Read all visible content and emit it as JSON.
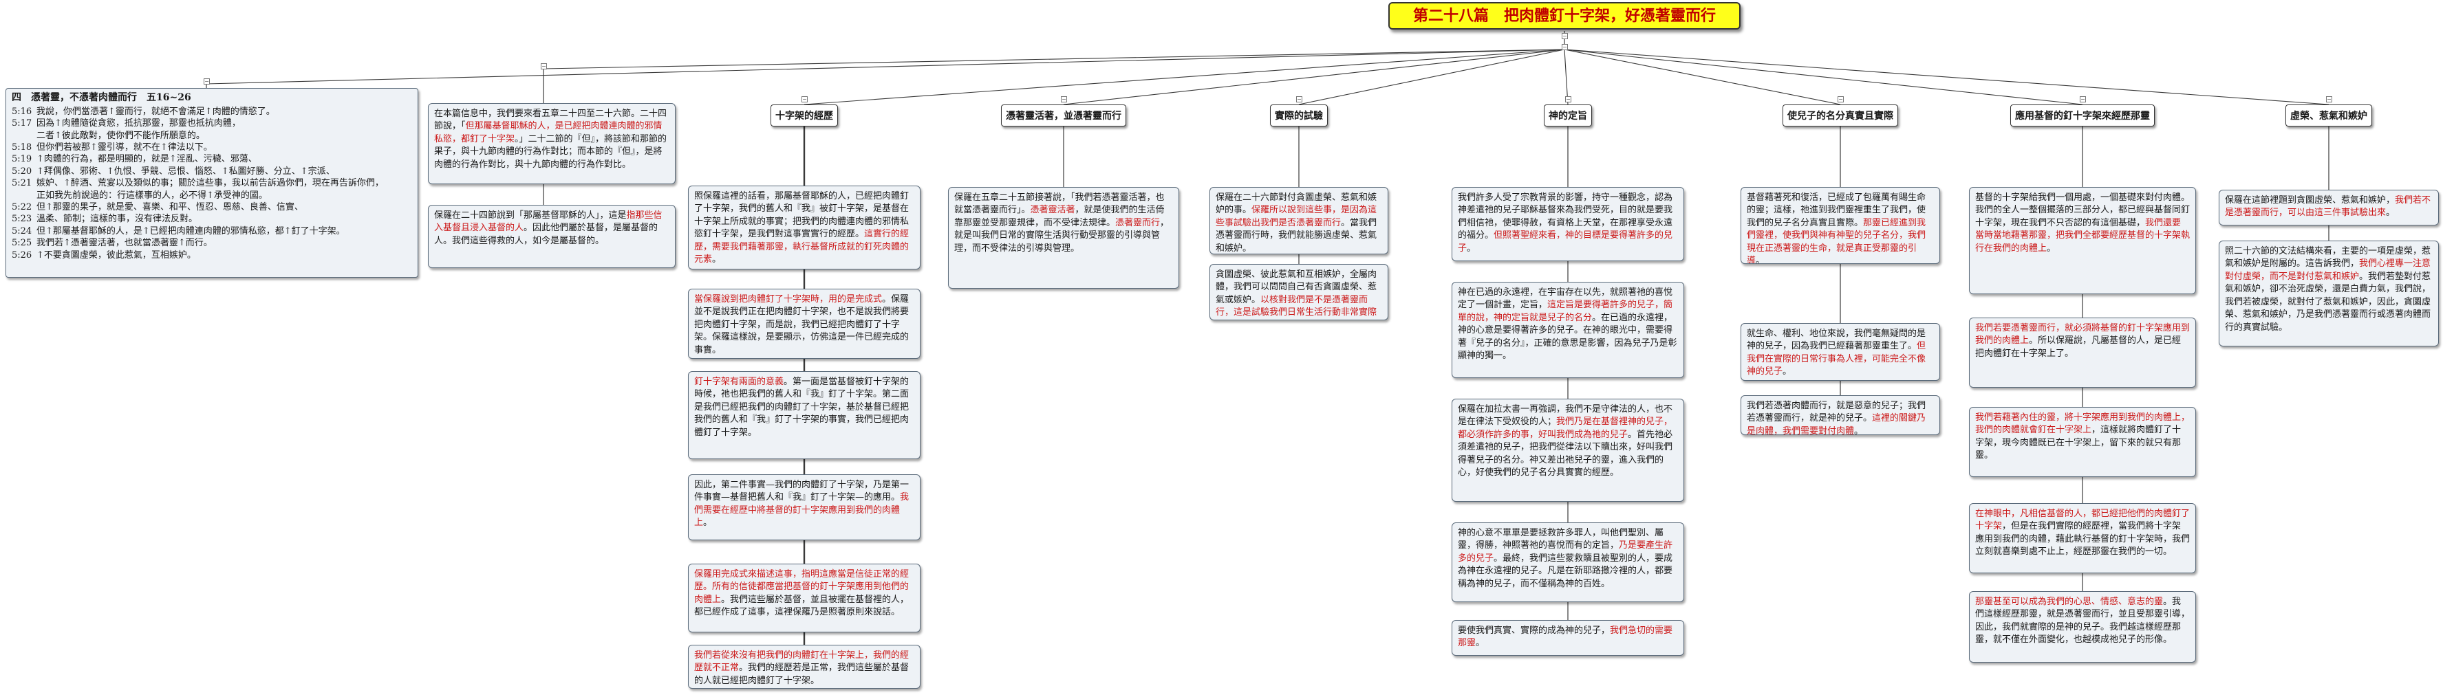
{
  "title": "第二十八篇　把肉體釘十字架，好憑著靈而行",
  "outline": {
    "title": "四　憑著靈，不憑著肉體而行　五16~26",
    "verses": [
      {
        "n": "5:16",
        "t": "我說，你們當憑著↑靈而行，就絕不會滿足↑肉體的情慾了。"
      },
      {
        "n": "5:17",
        "t": "因為↑肉體隨從貪慾，抵抗那靈，那靈也抵抗肉體，"
      },
      {
        "n": "",
        "t": "二者↑彼此敵對，使你們不能作所願意的。"
      },
      {
        "n": "5:18",
        "t": "但你們若被那↑靈引導，就不在↑律法以下。"
      },
      {
        "n": "5:19",
        "t": "↑肉體的行為，都是明顯的，就是↑淫亂、污穢、邪蕩、"
      },
      {
        "n": "5:20",
        "t": "↑拜偶像、邪術、↑仇恨、爭競、忌恨、惱怒、↑私圖好勝、分立、↑宗派、"
      },
      {
        "n": "5:21",
        "t": "嫉妒、↑醉酒、荒宴以及類似的事；關於這些事，我以前告訴過你們，現在再告訴你們，"
      },
      {
        "n": "",
        "t": "正如我先前說過的：行這樣事的人，必不得↑承受神的國。"
      },
      {
        "n": "5:22",
        "t": "但↑那靈的果子，就是愛、喜樂、和平、恆忍、恩慈、良善、信實、"
      },
      {
        "n": "5:23",
        "t": "溫柔、節制；這樣的事，沒有律法反對。"
      },
      {
        "n": "5:24",
        "t": "但↑那屬基督耶穌的人，是↑已經把肉體連肉體的邪情私慾，都↑釘了十字架。"
      },
      {
        "n": "5:25",
        "t": "我們若↑憑著靈活著，也就當憑著靈↑而行。"
      },
      {
        "n": "5:26",
        "t": "↑不要貪圖虛榮，彼此惹氣，互相嫉妒。"
      }
    ]
  },
  "intro": [
    {
      "segs": [
        {
          "t": "在本篇信息中，我們要來看五章二十四至二十六節。二十四節說，「"
        },
        {
          "t": "但那屬基督耶穌的人，是已經把肉體連肉體的邪情私慾，都釘了十字架",
          "r": true
        },
        {
          "t": "。」二十二節的『但』，將該節和那節的果子，與十九節肉體的行為作對比；而本節的『但』，是將肉體的行為作對比，與十九節肉體的行為作對比。"
        }
      ]
    },
    {
      "segs": [
        {
          "t": "保羅在二十四節說到「那屬基督耶穌的人」，這是"
        },
        {
          "t": "指那些信入基督且浸入基督的人",
          "r": true
        },
        {
          "t": "。因此他們屬於基督，是屬基督的人。我們這些得救的人，如今是屬基督的。"
        }
      ]
    }
  ],
  "branches": [
    {
      "title": "十字架的經歷",
      "nodes": [
        [
          {
            "t": "照保羅這裡的話看，那屬基督耶穌的人，已經把肉體釘了十字架，我們的舊人和『我』被釘十字架，是基督在十字架上所成就的事實；把我們的肉體連肉體的邪情私慾釘十字架，是我們對這事實實行的經歷。"
          },
          {
            "t": "這實行的經歷，需要我們藉著那靈，執行基督所成就的釘死肉體的元素",
            "r": true
          },
          {
            "t": "。"
          }
        ],
        [
          {
            "t": "當保羅說到把肉體釘了十字架時，用的是完成式",
            "r": true
          },
          {
            "t": "。保羅並不是說我們正在把肉體釘十字架，也不是說我們將要把肉體釘十字架，而是說，我們已經把肉體釘了十字架。保羅這樣說，是要顯示，仿佛這是一件已經完成的事實。"
          }
        ],
        [
          {
            "t": "釘十字架有兩面的意義",
            "r": true
          },
          {
            "t": "。第一面是當基督被釘十字架的時候，祂也把我們的舊人和『我』釘了十字架。第二面是我們已經把我們的肉體釘了十字架，基於基督已經把我們的舊人和『我』釘了十字架的事實，我們已經把肉體釘了十字架。"
          }
        ],
        [
          {
            "t": "因此，第二件事實—我們的肉體釘了十字架，乃是第一件事實—基督把舊人和『我』釘了十字架—的應用。"
          },
          {
            "t": "我們需要在經歷中將基督的釘十字架應用到我們的肉體上",
            "r": true
          },
          {
            "t": "。"
          }
        ],
        [
          {
            "t": "保羅用完成式來描述這事，指明這應當是信徒正常的經歷。所有的信徒都應當把基督的釘十字架應用到他們的肉體上",
            "r": true
          },
          {
            "t": "。我們這些屬於基督，並且被擺在基督裡的人，都已經作成了這事，這裡保羅乃是照著原則來說話。"
          }
        ],
        [
          {
            "t": "我們若從來沒有把我們的肉體釘在十字架上，我們的經歷就不正常",
            "r": true
          },
          {
            "t": "。我們的經歷若是正常，我們這些屬於基督的人就已經把肉體釘了十字架。"
          }
        ]
      ]
    },
    {
      "title": "憑著靈活著，並憑著靈而行",
      "nodes": [
        [
          {
            "t": "保羅在五章二十五節接著說，「我們若憑著靈活著，也就當憑著靈而行」。"
          },
          {
            "t": "憑著靈活著",
            "r": true
          },
          {
            "t": "，就是使我們的生活倚靠那靈並受那靈規律，而不受律法規律。"
          },
          {
            "t": "憑著靈而行",
            "r": true
          },
          {
            "t": "，就是叫我們日常的實際生活與行動受那靈的引導與管理，而不受律法的引導與管理。"
          }
        ]
      ]
    },
    {
      "title": "實際的試驗",
      "nodes": [
        [
          {
            "t": "保羅在二十六節對付貪圖虛榮、惹氣和嫉妒的事。"
          },
          {
            "t": "保羅所以說到這些事，是因為這些事試驗出我們是否憑著靈而行",
            "r": true
          },
          {
            "t": "。當我們憑著靈而行時，我們就能勝過虛榮、惹氣和嫉妒。"
          }
        ],
        [
          {
            "t": "貪圖虛榮、彼此惹氣和互相嫉妒，全屬肉體，我們可以問問自己有否貪圖虛榮、惹氣或嫉妒。"
          },
          {
            "t": "以核對我們是不是憑著靈而行，這是試驗我們日常生活行動非常實際的路",
            "r": true
          },
          {
            "t": "。"
          }
        ]
      ]
    },
    {
      "title": "神的定旨",
      "nodes": [
        [
          {
            "t": "我們許多人受了宗教背景的影響，持守一種觀念，認為神差遣祂的兒子耶穌基督來為我們受死，目的就是要我們相信祂，使罪得赦，有資格上天堂，在那裡享受永遠的福分。"
          },
          {
            "t": "但照著聖經來看，神的目標是要得著許多的兒子",
            "r": true
          },
          {
            "t": "。"
          }
        ],
        [
          {
            "t": "神在已過的永遠裡，在宇宙存在以先，就照著祂的喜悅定了一個計畫，定旨，"
          },
          {
            "t": "這定旨是要得著許多的兒子，簡單的說，神的定旨就是兒子的名分",
            "r": true
          },
          {
            "t": "。在已過的永遠裡，神的心意是要得著許多的兒子。在神的眼光中，需要得著『兒子的名分』，正確的意思是影響，因為兒子乃是彰顯神的獨一。"
          }
        ],
        [
          {
            "t": "保羅在加拉太書一再強調，我們不是守律法的人，也不是在律法下受奴役的人；"
          },
          {
            "t": "我們乃是在基督裡神的兒子，都必須作許多的事，好叫我們成為祂的兒子",
            "r": true
          },
          {
            "t": "。首先祂必須差遣祂的兒子，把我們從律法以下贖出來，好叫我們得著兒子的名分。神又差出祂兒子的靈，進入我們的心，好使我們的兒子名分具實實的經歷。"
          }
        ],
        [
          {
            "t": "神的心意不單單是要拯救許多罪人，叫他們聖別、屬靈，得勝，神照著祂的喜悅而有的定旨，"
          },
          {
            "t": "乃是要產生許多的兒子",
            "r": true
          },
          {
            "t": "。最終，我們這些蒙救贖且被聖別的人，要成為神在永遠裡的兒子。凡是在新耶路撒冷裡的人，都要稱為神的兒子，而不僅稱為神的百姓。"
          }
        ],
        [
          {
            "t": "要使我們真實、實際的成為神的兒子，"
          },
          {
            "t": "我們急切的需要那靈",
            "r": true
          },
          {
            "t": "。"
          }
        ]
      ]
    },
    {
      "title": "使兒子的名分真實且實際",
      "nodes": [
        [
          {
            "t": "基督藉著死和復活，已經成了包羅萬有賜生命的靈；這樣，祂進到我們靈裡重生了我們，使我們的兒子名分真實且實際。"
          },
          {
            "t": "那靈已經進到我們靈裡，使我們與神有神聖的兒子名分，我們現在正憑著靈的生命，就是真正受那靈的引導",
            "r": true
          },
          {
            "t": "。"
          }
        ],
        [
          {
            "t": "就生命、權利、地位來說，我們毫無疑問的是神的兒子，因為我們已經藉著那靈重生了。"
          },
          {
            "t": "但我們在實際的日常行事為人裡，可能完全不像神的兒子",
            "r": true
          },
          {
            "t": "。"
          }
        ],
        [
          {
            "t": "我們若憑著肉體而行，就是惡意的兒子；我們若憑著靈而行，就是神的兒子。"
          },
          {
            "t": "這裡的關鍵乃是肉體，我們需要對付肉體",
            "r": true
          },
          {
            "t": "。"
          }
        ]
      ]
    },
    {
      "title": "應用基督的釘十字架來經歷那靈",
      "nodes": [
        [
          {
            "t": "基督的十字架給我們一個用處，一個基礎來對付肉體。我們的全人一整個擺落的三部分人，都已經與基督同釘十字架，現在我們不只否認的有這個基礎，"
          },
          {
            "t": "我們還要當時當地藉著那靈，把我們全都要經歷基督的十字架執行在我們的肉體上",
            "r": true
          },
          {
            "t": "。"
          }
        ],
        [
          {
            "t": "我們若要憑著靈而行，就必須將基督的釘十字架應用到我們的肉體上",
            "r": true
          },
          {
            "t": "。所以保羅說，凡屬基督的人，是已經把肉體釘在十字架上了。"
          }
        ],
        [
          {
            "t": "我們若藉著內住的靈，將十字架應用到我們的肉體上，我們的肉體就會釘在十字架上",
            "r": true
          },
          {
            "t": "，這樣就將肉體釘了十字架，現今肉體既已在十字架上，留下來的就只有那靈。"
          }
        ],
        [
          {
            "t": "在神眼中，凡相信基督的人，都已經把他們的肉體釘了十字架",
            "r": true
          },
          {
            "t": "，但是在我們實際的經歷裡，當我們將十字架應用到我們的肉體，藉此執行基督的釘十字架時，我們立刻就喜樂到處不止上，經歷那靈在我們的一切。"
          }
        ],
        [
          {
            "t": "那靈甚至可以成為我們的心思、情感、意志的靈",
            "r": true
          },
          {
            "t": "。我們這樣經歷那靈，就是憑著靈而行，並且受那靈引導，因此，我們就實際的是神的兒子。我們越這樣經歷那靈，就不僅在外面變化，也越模成祂兒子的形像。"
          }
        ]
      ]
    },
    {
      "title": "虛榮、惹氣和嫉妒",
      "nodes": [
        [
          {
            "t": "保羅在這節裡題到貪圖虛榮、惹氣和嫉妒，"
          },
          {
            "t": "我們若不是憑著靈而行，可以由這三件事試驗出來",
            "r": true
          },
          {
            "t": "。"
          }
        ],
        [
          {
            "t": "照二十六節的文法結構來看，主要的一項是虛榮，惹氣和嫉妒是附屬的。這告訴我們，"
          },
          {
            "t": "我們心裡專一注意對付虛榮，而不是對付惹氣和嫉妒",
            "r": true
          },
          {
            "t": "。我們若墊對付惹氣和嫉妒，卻不治死虛榮，還是白費力氣，我們說，我們若被虛榮，就對付了惹氣和嫉妒，因此，貪圖虛榮、惹氣和嫉妒，乃是我們憑著靈而行或憑著肉體而行的真實試驗。"
          }
        ]
      ]
    }
  ]
}
